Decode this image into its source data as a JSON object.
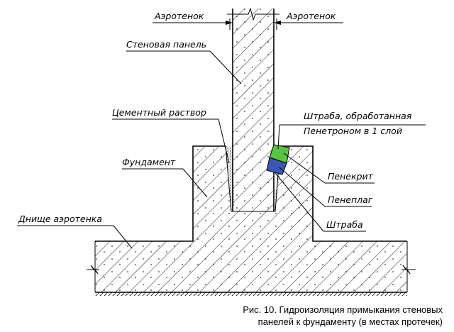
{
  "labels": {
    "aerotank_left": "Аэротенок",
    "aerotank_right": "Аэротенок",
    "wall_panel": "Стеновая панель",
    "cement_mortar": "Цементный раствор",
    "groove_line1": "Штраба, обработанная",
    "groove_line2": "Пенетроном в 1 слой",
    "foundation": "Фундамент",
    "penekrit": "Пенекрит",
    "peneplag": "Пенеплаг",
    "groove": "Штраба",
    "tank_bottom": "Днище аэротенка"
  },
  "caption": {
    "line1": "Рис. 10. Гидроизоляция примыкания стеновых",
    "line2": "панелей к фундаменту (в местах протечек)"
  },
  "colors": {
    "penekrit": "#59c441",
    "peneplag": "#3a57b5",
    "lines": "#000000"
  }
}
